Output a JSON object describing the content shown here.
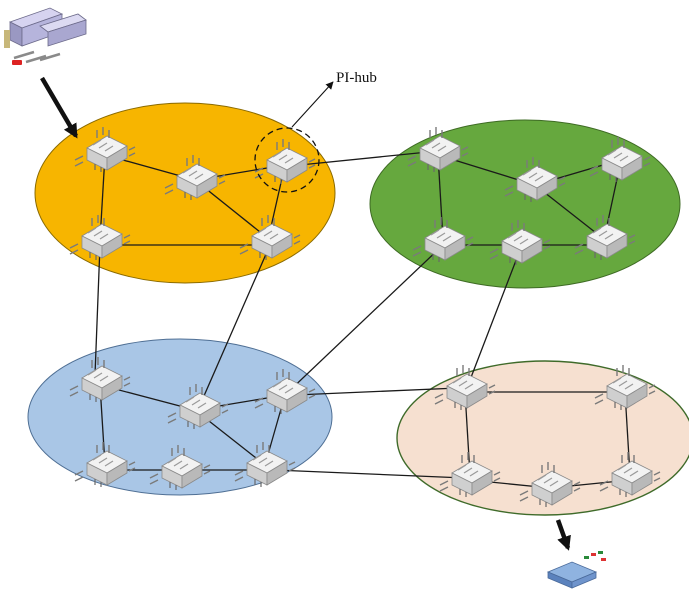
{
  "annotation": {
    "label": "PI-hub"
  },
  "colors": {
    "region_yellow": "#f7b500",
    "region_green": "#66a83e",
    "region_blue": "#a9c6e6",
    "region_peach": "#f6e0d0",
    "link": "#1a1a1a",
    "hub_body": "#e1e1e1",
    "hub_accent": "#c97f5a"
  },
  "regions": [
    {
      "name": "yellow-region",
      "color": "region_yellow"
    },
    {
      "name": "green-region",
      "color": "region_green"
    },
    {
      "name": "blue-region",
      "color": "region_blue"
    },
    {
      "name": "peach-region",
      "color": "region_peach"
    }
  ],
  "icons": {
    "source": "source-facility-icon",
    "destination": "destination-facility-icon",
    "hub": "pi-hub-icon"
  }
}
